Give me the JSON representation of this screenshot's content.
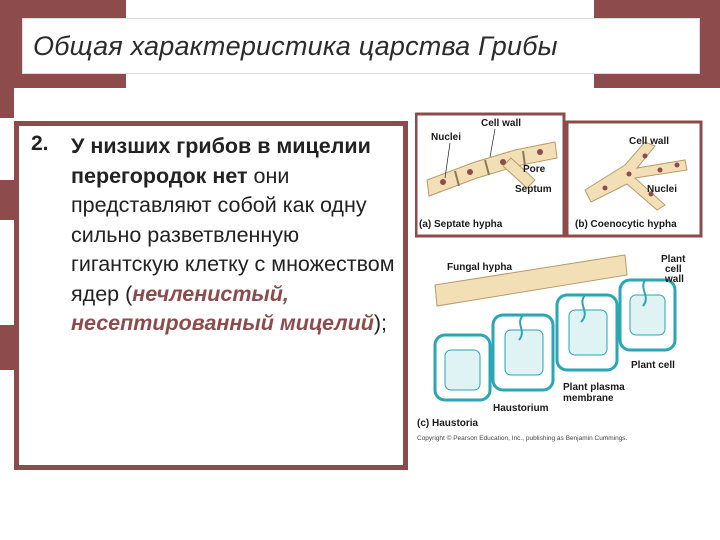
{
  "slide": {
    "title": "Общая характеристика царства Грибы",
    "point_number": "2.",
    "text": {
      "bold_lead": "У низших грибов в мицелии перегородок нет",
      "middle": " они представляют собой как одну сильно разветвленную гигантскую клетку с множеством ядер ",
      "paren_open": "(",
      "term": "нечленистый, несептированный мицелий",
      "paren_close": ");"
    }
  },
  "figure": {
    "a": {
      "label_nuclei": "Nuclei",
      "label_cell_wall": "Cell wall",
      "label_pore": "Pore",
      "label_septum": "Septum",
      "caption": "(a) Septate hypha"
    },
    "b": {
      "label_cell_wall": "Cell wall",
      "label_nuclei": "Nuclei",
      "caption": "(b) Coenocytic hypha"
    },
    "c": {
      "label_fungal_hypha": "Fungal hypha",
      "label_plant_cell_wall": [
        "Plant",
        "cell",
        "wall"
      ],
      "label_plant_cell": "Plant cell",
      "label_plasma_membrane": [
        "Plant plasma",
        "membrane"
      ],
      "label_haustorium": "Haustorium",
      "caption": "(c) Haustoria"
    },
    "copyright": "Copyright © Pearson Education, Inc., publishing as Benjamin Cummings."
  },
  "colors": {
    "accent": "#8e4b4b",
    "hypha": "#f3dfb6",
    "plant_cell": "#2aa6b4"
  }
}
